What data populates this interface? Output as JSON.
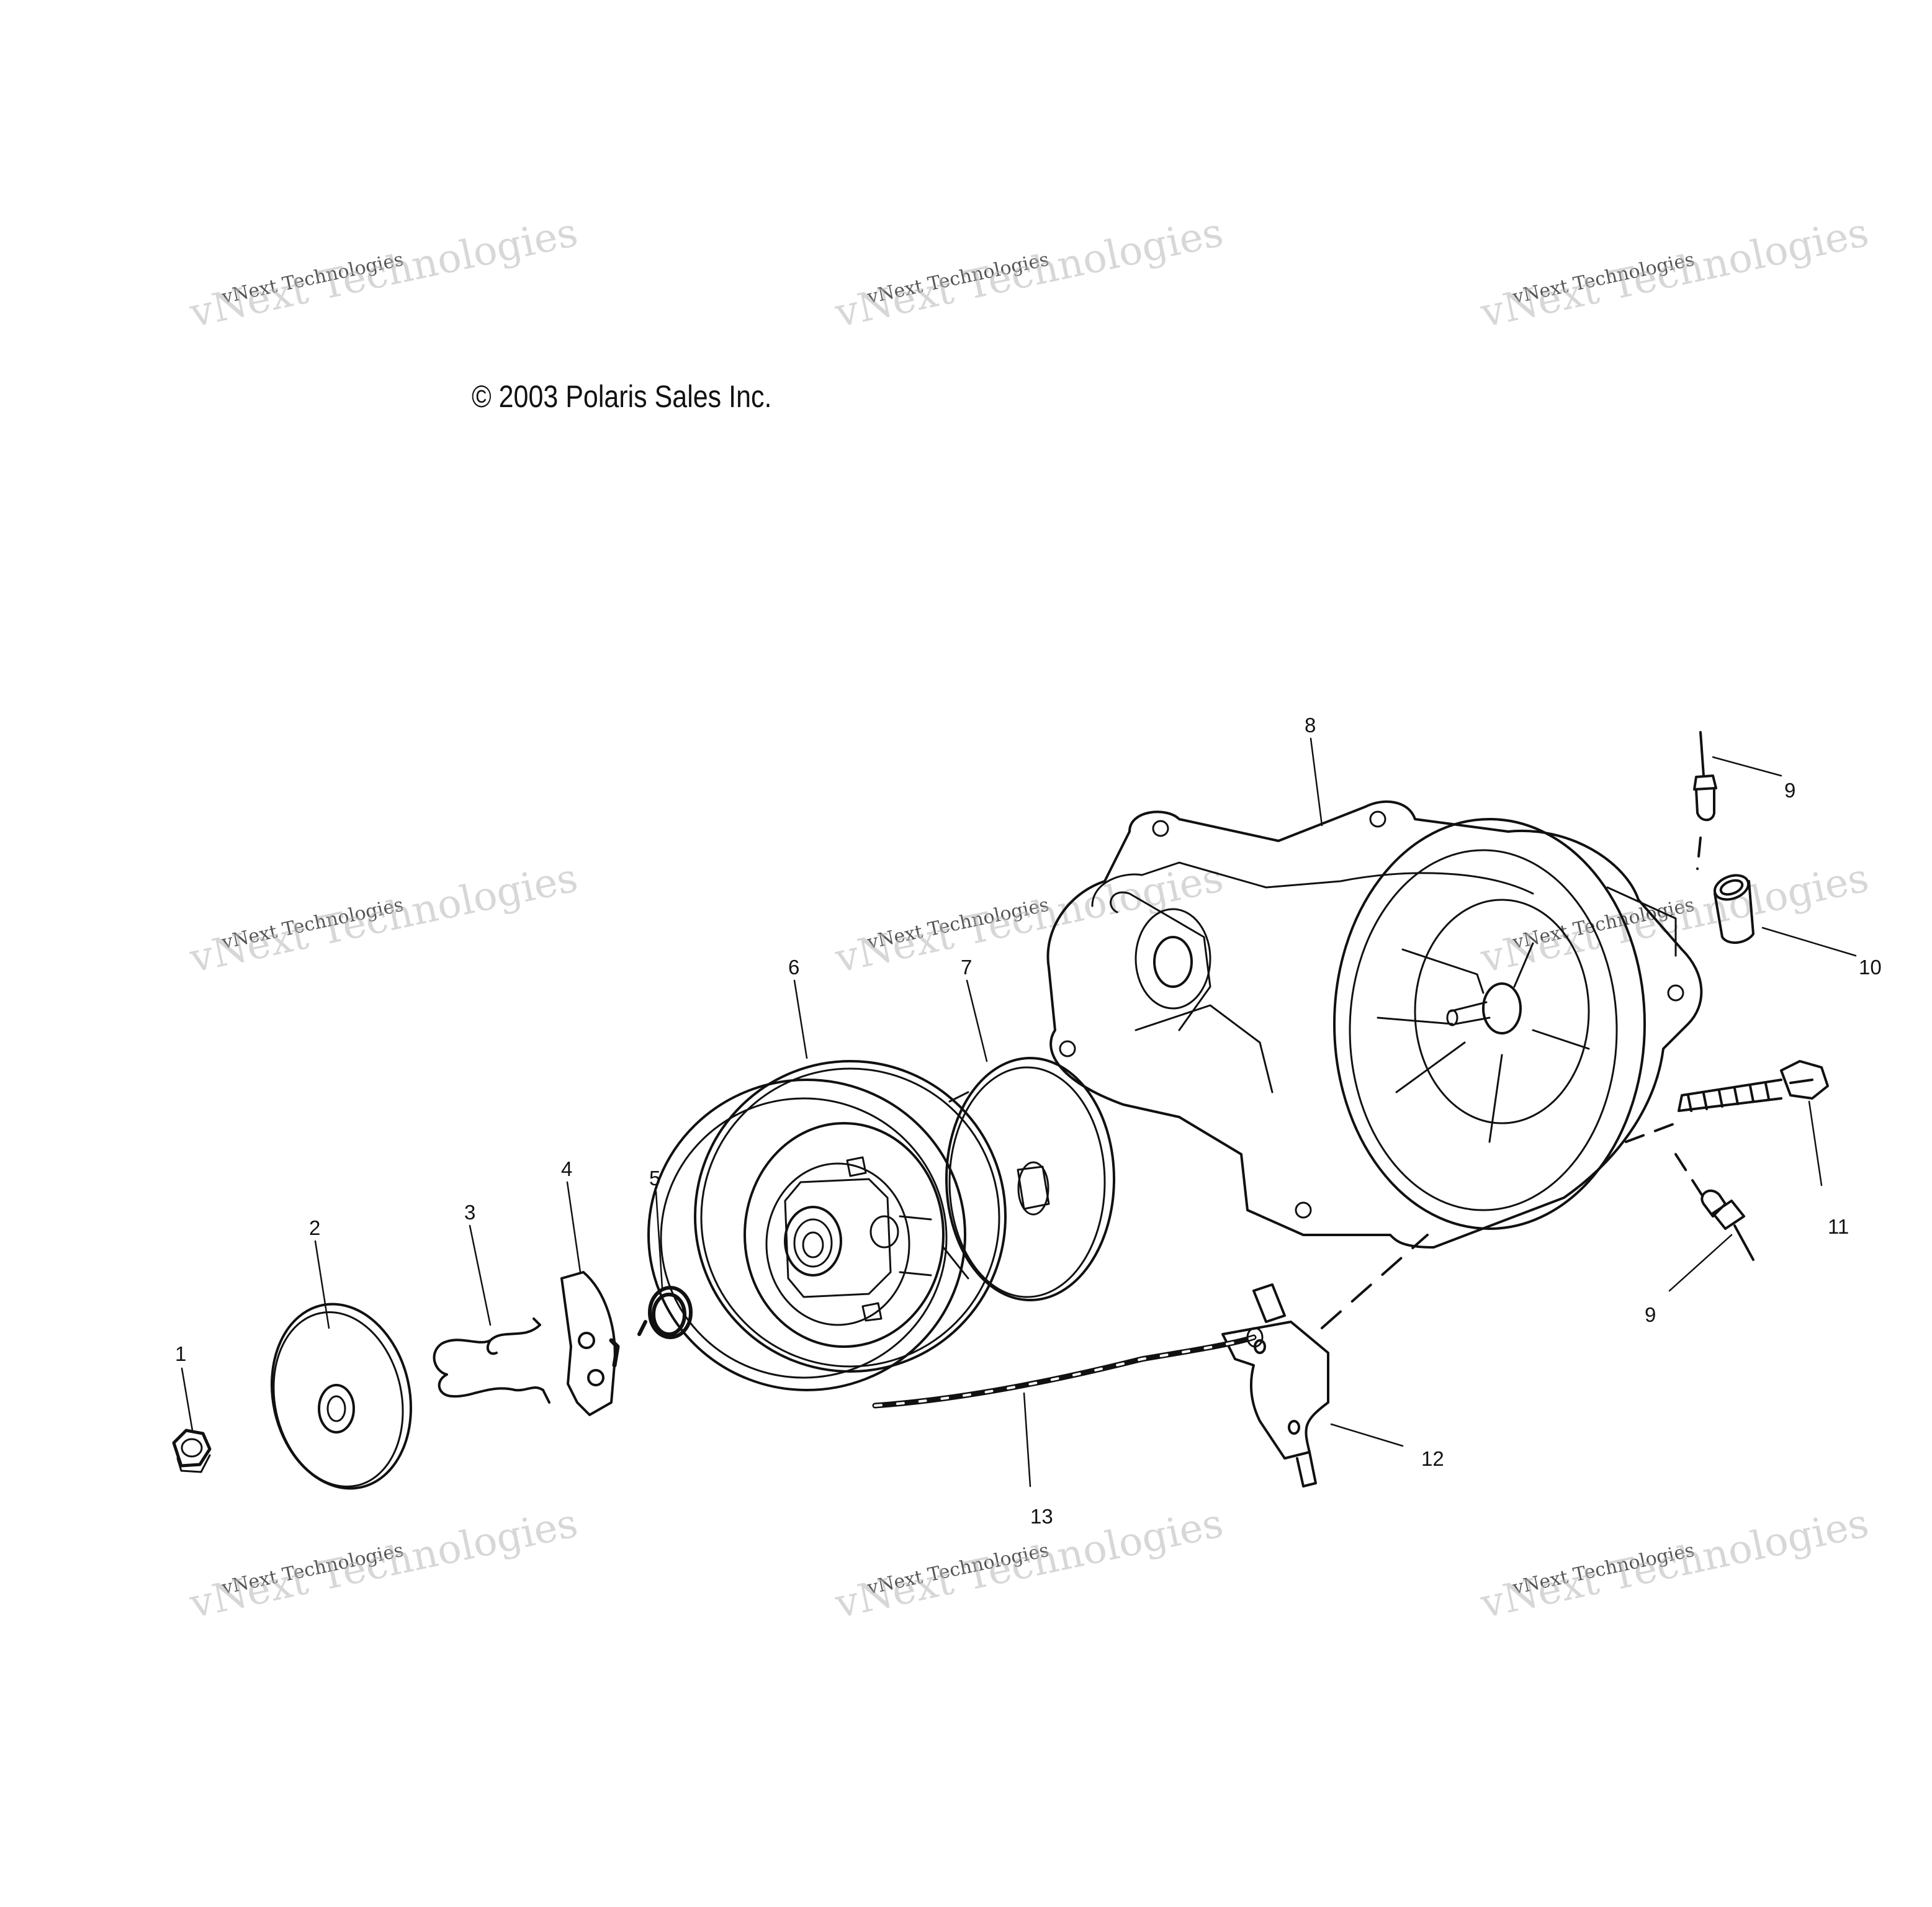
{
  "copyright": "© 2003 Polaris Sales Inc.",
  "watermark": {
    "line1": "vNext Technologies",
    "line2": "vNext Technologies"
  },
  "callouts": [
    "1",
    "2",
    "3",
    "4",
    "5",
    "6",
    "7",
    "8",
    "9",
    "9",
    "10",
    "11",
    "12",
    "13"
  ],
  "colors": {
    "line": "#111111",
    "watermark": "#b8b8b8"
  }
}
